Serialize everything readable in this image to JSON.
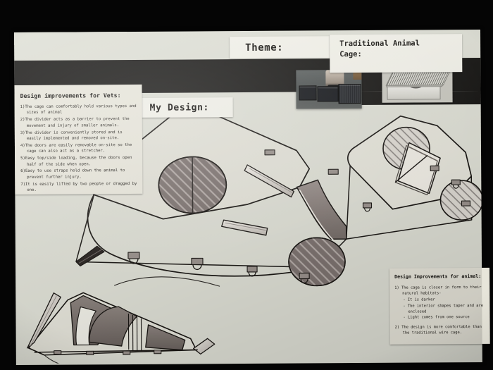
{
  "board": {
    "background_color": "#dedfd5",
    "band_color": "#171614"
  },
  "header": {
    "theme_label": "Theme:",
    "traditional_cage_label": "Traditional Animal\nCage:",
    "traditional_cage_line1": "Traditional Animal",
    "traditional_cage_line2": "Cage:"
  },
  "my_design": {
    "label": "My Design:"
  },
  "vets_panel": {
    "title": "Design improvements for Vets:",
    "items": [
      "1)The cage can comfortably hold various types and sizes of animal",
      "2)The divider acts as a barrier to prevent the movement and injury of smaller animals.",
      "3)The divider is conveniently stored and is easily implemented and removed on-site.",
      "4)The doors are easily removable on-site so the cage can also act as a stretcher.",
      "5)Easy top/side loading, because the doors open half of the side when open.",
      "6)Easy to use straps hold down the animal to prevent further injury.",
      "7)It is easily lifted by two people or dragged by one."
    ]
  },
  "animal_panel": {
    "title": "Design Improvements for animal:",
    "point1": "1) The cage is closer in form to their natural habitats-",
    "sub_points": [
      "- It is darker",
      "- The interior shapes taper and are enclosed",
      "- Light comes from one source"
    ],
    "point2": "2) The design is more comfortable than the traditional wire cage."
  },
  "photos": [
    {
      "name": "three-black-cages-photo",
      "description": "Photograph of three black plastic and wire animal crates on a grey floor with a person's legs behind"
    },
    {
      "name": "wire-top-cage-photo",
      "description": "Photograph of a traditional wire-topped animal cage with a light coloured base"
    }
  ],
  "drawings": [
    {
      "name": "main-cage-drawing",
      "description": "Large hand-drawn perspective sketch of a tapered animal cage with circular shaded ventilation discs, hinged doors and strap D-rings along the base"
    },
    {
      "name": "interior-cage-drawing",
      "description": "Smaller hand-drawn sketch showing the cage interior with shaded tapered compartments and a removable divider"
    }
  ]
}
